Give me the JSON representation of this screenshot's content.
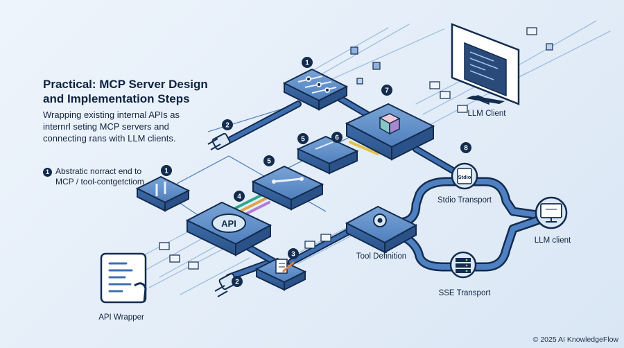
{
  "title": "Practical: MCP Server Design and Implementation Steps",
  "subtitle": "Wrapping existing internal APIs as internrl seting MCP servers and connecting rans with LLM clients.",
  "note": {
    "number": "1",
    "text": "Abstratic norract end to MCP / tool-contgetctiom"
  },
  "labels": {
    "llm_client_top": "LLM Client",
    "stdio_transport": "Stdio Transport",
    "llm_client_right": "LLM client",
    "tool_definition": "Tool Definition",
    "sse_transport": "SSE Transport",
    "api_wrapper": "API Wrapper"
  },
  "node_text": {
    "api": "API",
    "stdio": "Stdio"
  },
  "badges": [
    "1",
    "2",
    "7",
    "6",
    "5",
    "5",
    "1",
    "4",
    "8",
    "3",
    "2"
  ],
  "copyright": "© 2025 AI KnowledgeFlow",
  "colors": {
    "outline": "#132b4d",
    "box_top": "#5f8fc7",
    "box_side": "#3a6aa8",
    "pipe": "#3f6fb0",
    "background": "#e6eef8"
  }
}
